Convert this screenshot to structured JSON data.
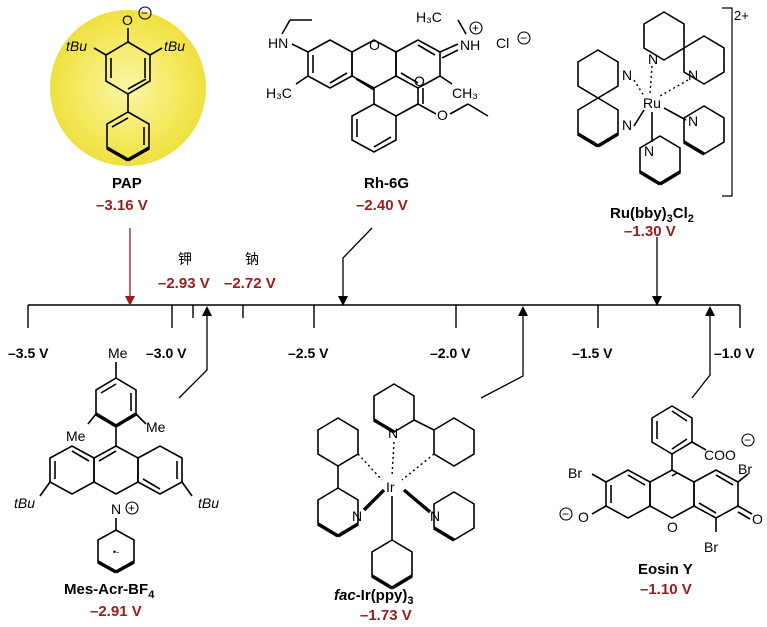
{
  "axis": {
    "ticks": [
      "–3.5 V",
      "–3.0 V",
      "–2.5 V",
      "–2.0 V",
      "–1.5 V",
      "–1.0 V"
    ],
    "markers": [
      {
        "label": "钾",
        "potential": "–2.93 V",
        "value": -2.93
      },
      {
        "label": "钠",
        "potential": "–2.72 V",
        "value": -2.72
      }
    ]
  },
  "compounds": {
    "pap": {
      "name": "PAP",
      "potential": "–3.16 V",
      "value": -3.16,
      "highlight_color": "#f2e33c"
    },
    "rh6g": {
      "name": "Rh-6G",
      "potential": "–2.40 V",
      "value": -2.4
    },
    "rubpy": {
      "name_main": "Ru(bby)",
      "name_sub": "3",
      "name_tail": "Cl",
      "name_sub2": "2",
      "potential": "–1.30 V",
      "value": -1.3,
      "charge": "2+"
    },
    "mesacr": {
      "name_main": "Mes-Acr-BF",
      "name_sub": "4",
      "potential": "–2.91 V",
      "value": -2.91
    },
    "irppy": {
      "name_italic": "fac",
      "name_main": "-Ir(ppy)",
      "name_sub": "3",
      "potential": "–1.73 V",
      "value": -1.73
    },
    "eosin": {
      "name": "Eosin Y",
      "potential": "–1.10 V",
      "value": -1.1
    }
  },
  "atom_labels": {
    "tBu": "tBu",
    "O": "O",
    "minus": "−",
    "plus": "+",
    "HN": "HN",
    "NH": "NH",
    "Cl": "Cl",
    "H3C": "H₃C",
    "CH3": "CH₃",
    "O_ring": "O",
    "Ru": "Ru",
    "N": "N",
    "Ir": "Ir",
    "Me": "Me",
    "Br": "Br",
    "COO": "COO"
  },
  "colors": {
    "potential": "#9b1c1c",
    "arrow_red": "#9b1c1c",
    "highlight": "#f2e33c"
  }
}
